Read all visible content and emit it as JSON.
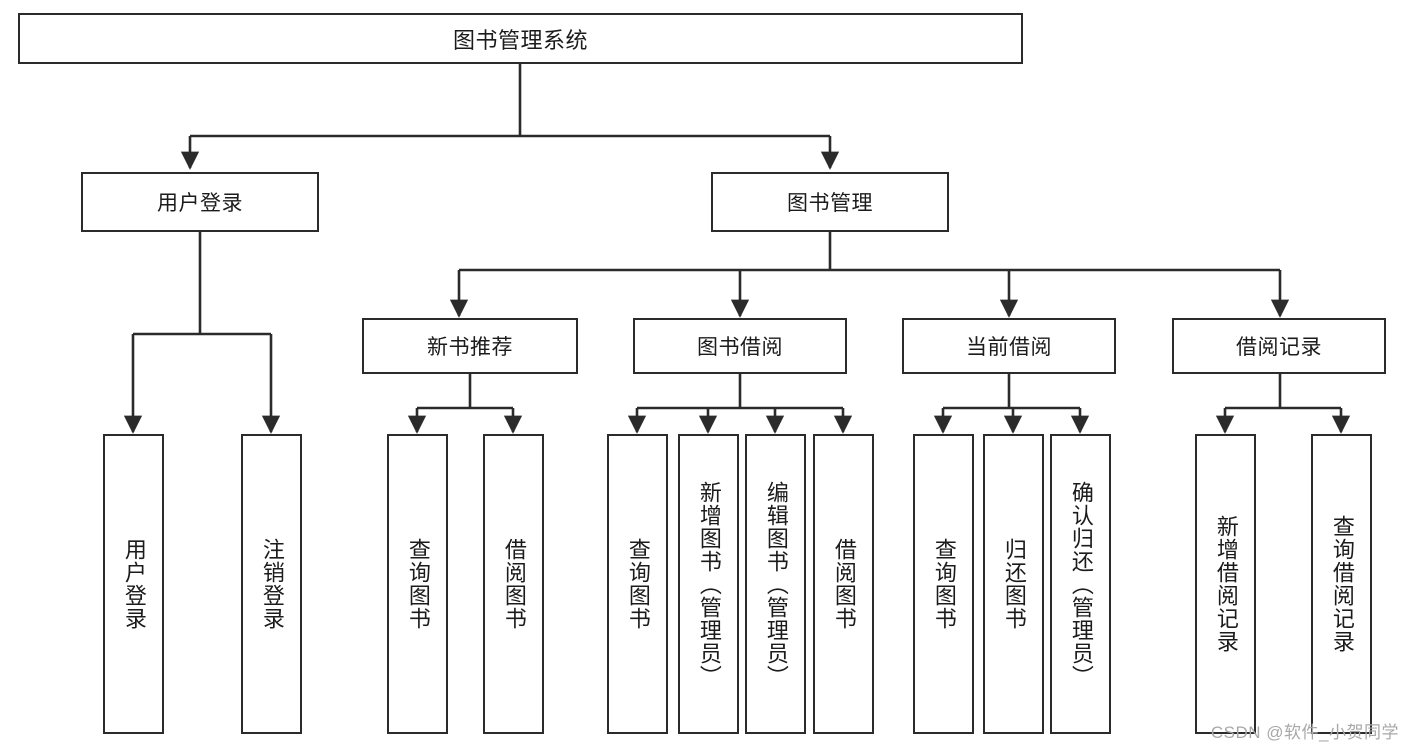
{
  "diagram": {
    "type": "tree-functional-structure",
    "title": "图书管理系统",
    "root": {
      "label": "图书管理系统"
    },
    "level2": [
      {
        "id": "user-login",
        "label": "用户登录"
      },
      {
        "id": "book-manage",
        "label": "图书管理"
      }
    ],
    "level3": [
      {
        "id": "new-book-recommend",
        "label": "新书推荐",
        "parent": "book-manage"
      },
      {
        "id": "book-borrow",
        "label": "图书借阅",
        "parent": "book-manage"
      },
      {
        "id": "current-borrow",
        "label": "当前借阅",
        "parent": "book-manage"
      },
      {
        "id": "borrow-record",
        "label": "借阅记录",
        "parent": "book-manage"
      }
    ],
    "leaves": [
      {
        "id": "leaf-user-login",
        "label": "用户登录",
        "parent": "user-login"
      },
      {
        "id": "leaf-logout",
        "label": "注销登录",
        "parent": "user-login"
      },
      {
        "id": "leaf-query-book-1",
        "label": "查询图书",
        "parent": "new-book-recommend"
      },
      {
        "id": "leaf-borrow-book-1",
        "label": "借阅图书",
        "parent": "new-book-recommend"
      },
      {
        "id": "leaf-query-book-2",
        "label": "查询图书",
        "parent": "book-borrow"
      },
      {
        "id": "leaf-add-book",
        "label": "新增图书（管理员）",
        "parent": "book-borrow"
      },
      {
        "id": "leaf-edit-book",
        "label": "编辑图书（管理员）",
        "parent": "book-borrow"
      },
      {
        "id": "leaf-borrow-book-2",
        "label": "借阅图书",
        "parent": "book-borrow"
      },
      {
        "id": "leaf-query-book-3",
        "label": "查询图书",
        "parent": "current-borrow"
      },
      {
        "id": "leaf-return-book",
        "label": "归还图书",
        "parent": "current-borrow"
      },
      {
        "id": "leaf-confirm-return",
        "label": "确认归还（管理员）",
        "parent": "current-borrow"
      },
      {
        "id": "leaf-add-record",
        "label": "新增借阅记录",
        "parent": "borrow-record"
      },
      {
        "id": "leaf-query-record",
        "label": "查询借阅记录",
        "parent": "borrow-record"
      }
    ],
    "colors": {
      "stroke": "#2b2b2b",
      "fill": "#ffffff",
      "text": "#1b1b1b",
      "watermark": "#a8a8a8"
    }
  },
  "watermark": {
    "text": "CSDN @软件_小贺同学"
  }
}
